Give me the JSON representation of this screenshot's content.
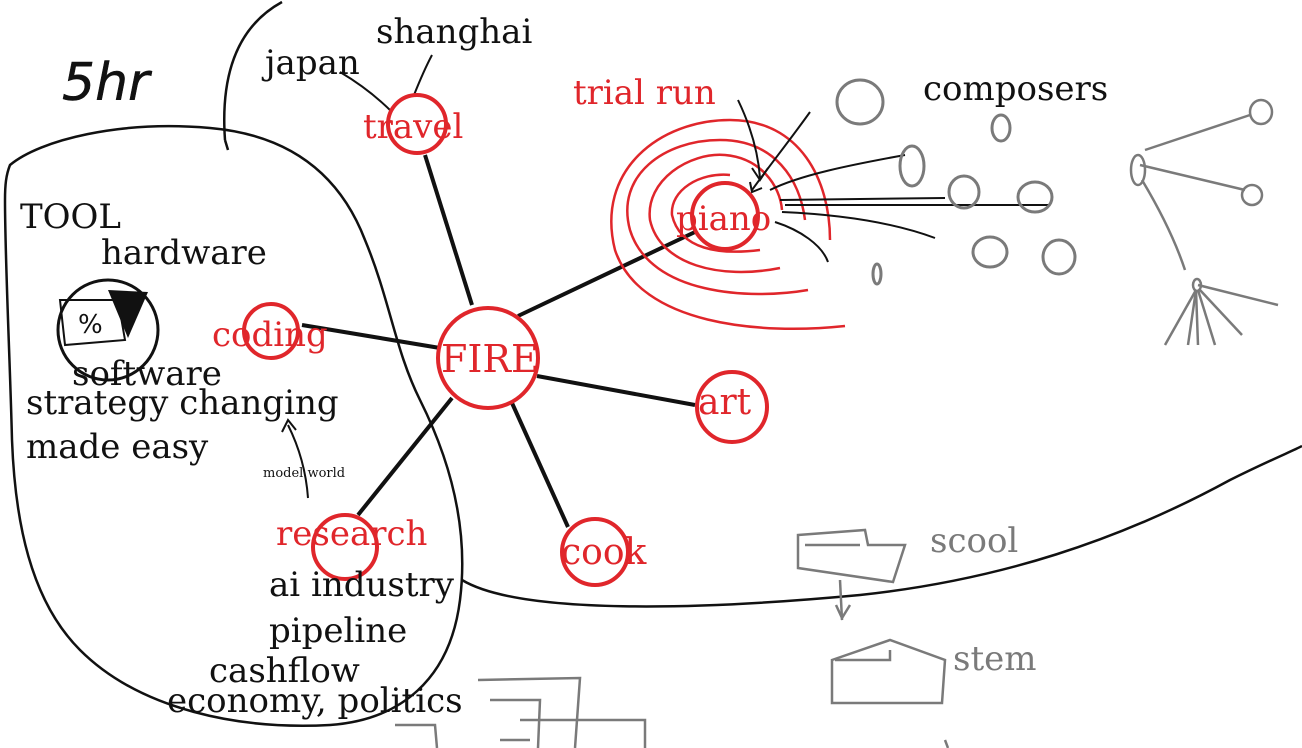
{
  "handwritten_note": "5hr",
  "hub": {
    "label": "FIRE"
  },
  "nodes": {
    "travel": "travel",
    "piano": "piano",
    "coding": "coding",
    "art": "art",
    "research": "research",
    "cook": "cook"
  },
  "travel_sub": {
    "japan": "japan",
    "shanghai": "shanghai"
  },
  "piano_sub": {
    "trial_run": "trial run",
    "composers": "composers"
  },
  "tool_group": {
    "title": "TOOL",
    "hardware": "hardware",
    "software": "software",
    "strategy": "strategy changing",
    "made_easy": "made easy",
    "model_world": "model world",
    "percent_symbol": "%"
  },
  "research_sub": {
    "ai_industry": "ai industry",
    "pipeline": "pipeline",
    "cashflow": "cashflow",
    "economy": "economy, politics"
  },
  "bottom": {
    "school": "scool",
    "stem": "stem"
  },
  "colors": {
    "red": "#e0262b",
    "black": "#111111",
    "gray": "#7a7a7a"
  }
}
